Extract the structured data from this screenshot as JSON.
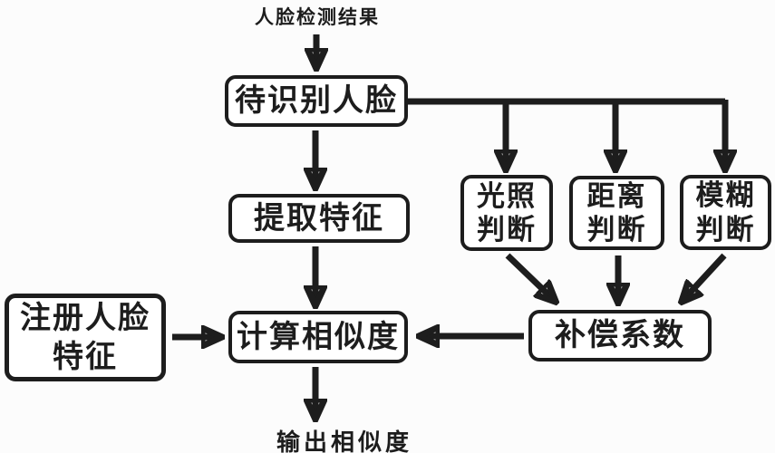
{
  "diagram": {
    "title": "face-recognition-similarity-flowchart",
    "top_label": "人脸检测结果",
    "bottom_label": "输出相似度",
    "nodes": {
      "face_to_recognize": "待识别人脸",
      "extract_features": "提取特征",
      "compute_similarity": "计算相似度",
      "registered_face_features": "注册人脸\n特征",
      "illumination_judgment": "光照\n判断",
      "distance_judgment": "距离\n判断",
      "blur_judgment": "模糊\n判断",
      "compensation_coefficient": "补偿系数"
    },
    "edges": [
      "top_label -> face_to_recognize",
      "face_to_recognize -> extract_features",
      "face_to_recognize -> illumination_judgment",
      "face_to_recognize -> distance_judgment",
      "face_to_recognize -> blur_judgment",
      "extract_features -> compute_similarity",
      "registered_face_features -> compute_similarity",
      "illumination_judgment -> compensation_coefficient",
      "distance_judgment -> compensation_coefficient",
      "blur_judgment -> compensation_coefficient",
      "compensation_coefficient -> compute_similarity",
      "compute_similarity -> bottom_label"
    ],
    "colors": {
      "line": "#1d1d1d",
      "box_fill": "#ffffff",
      "background": "#fcfcfc"
    }
  }
}
